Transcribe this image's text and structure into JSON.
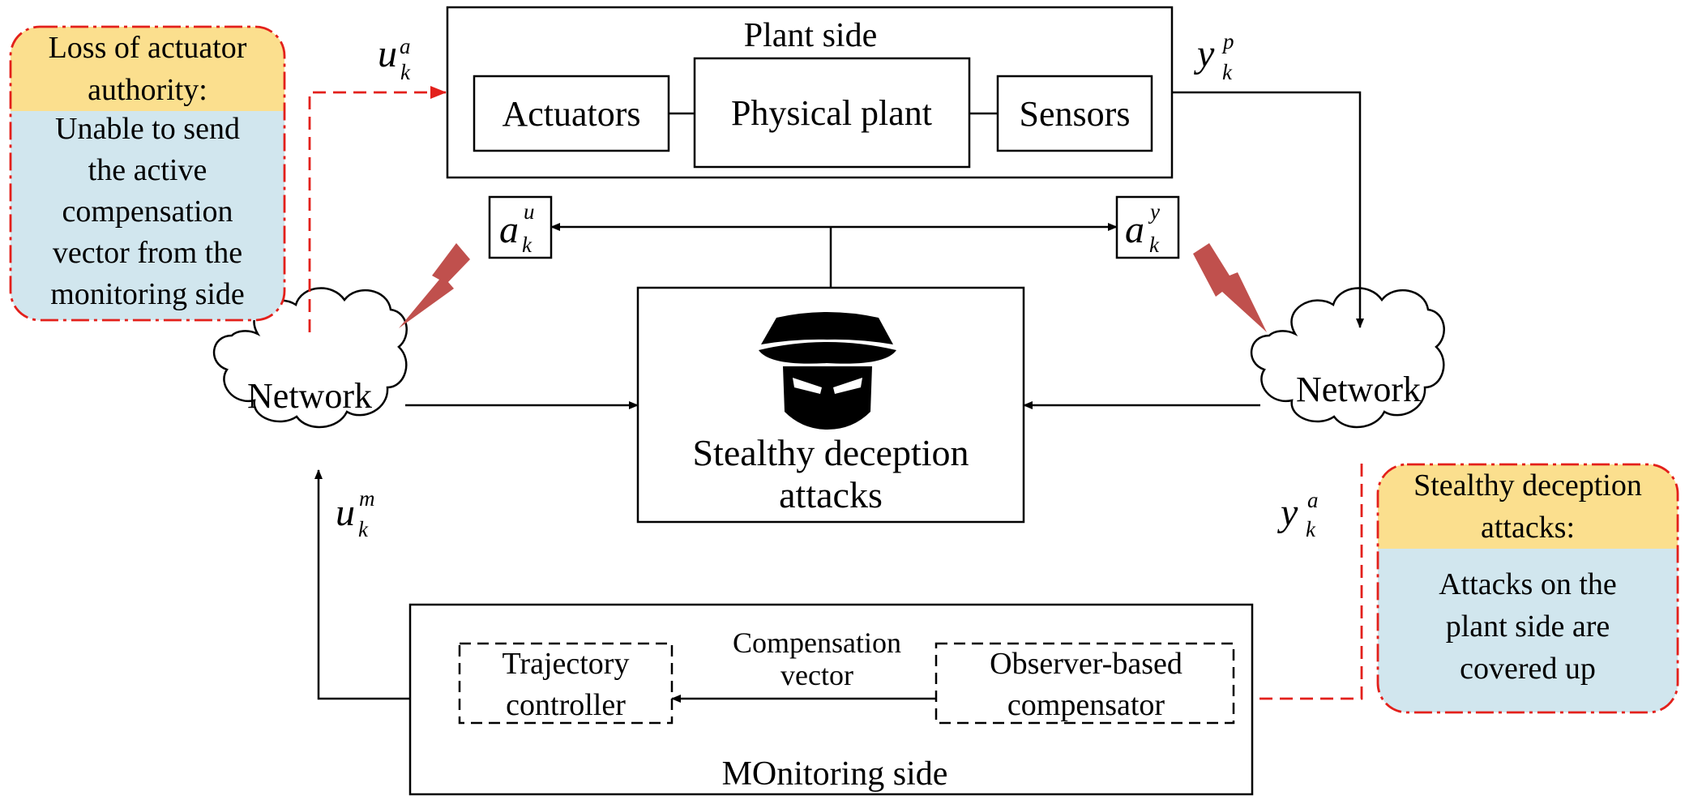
{
  "plant": {
    "title": "Plant side",
    "actuators": "Actuators",
    "physical_plant": "Physical plant",
    "sensors": "Sensors"
  },
  "monitoring": {
    "title": "MOnitoring side",
    "trajectory_line1": "Trajectory",
    "trajectory_line2": "controller",
    "compensation_line1": "Compensation",
    "compensation_line2": "vector",
    "observer_line1": "Observer-based",
    "observer_line2": "compensator"
  },
  "attacker": {
    "line1": "Stealthy deception",
    "line2": "attacks"
  },
  "networks": {
    "left": "Network",
    "right": "Network"
  },
  "signals": {
    "u_a": {
      "base": "u",
      "sub": "k",
      "sup": "a"
    },
    "y_p": {
      "base": "y",
      "sub": "k",
      "sup": "p"
    },
    "a_u": {
      "base": "a",
      "sub": "k",
      "sup": "u"
    },
    "a_y": {
      "base": "a",
      "sub": "k",
      "sup": "y"
    },
    "u_m": {
      "base": "u",
      "sub": "k",
      "sup": "m"
    },
    "y_a": {
      "base": "y",
      "sub": "k",
      "sup": "a"
    }
  },
  "callout_left": {
    "header_line1": "Loss of actuator",
    "header_line2": "authority:",
    "body": [
      "Unable to send",
      "the active",
      "compensation",
      "vector from the",
      "monitoring side"
    ]
  },
  "callout_right": {
    "header_line1": "Stealthy deception",
    "header_line2": "attacks:",
    "body": [
      "Attacks on the",
      "plant side are",
      "covered up"
    ]
  },
  "colors": {
    "callout_header": "#fbdf8e",
    "callout_body": "#d1e6ee",
    "attack_link": "#e3201b",
    "lightning": "#c0504d"
  }
}
